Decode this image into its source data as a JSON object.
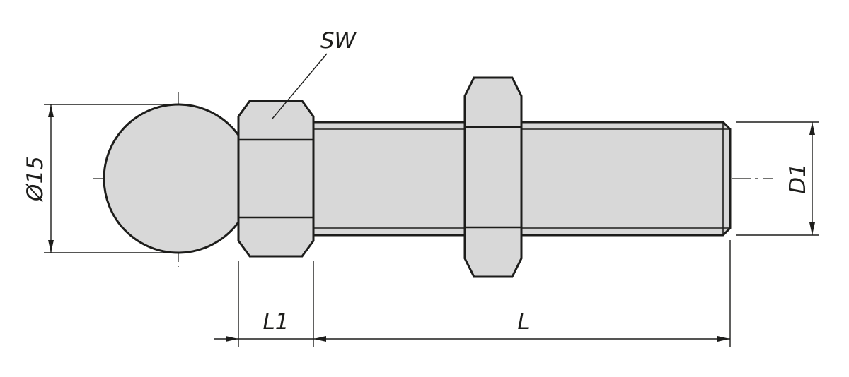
{
  "drawing": {
    "labels": {
      "wrench_size": "SW",
      "ball_diameter": "Ø15",
      "thread_diameter": "D1",
      "length_short": "L1",
      "length_total": "L"
    },
    "colors": {
      "part_fill": "#d8d8d8",
      "line": "#1d1d1b",
      "background": "#ffffff"
    }
  }
}
